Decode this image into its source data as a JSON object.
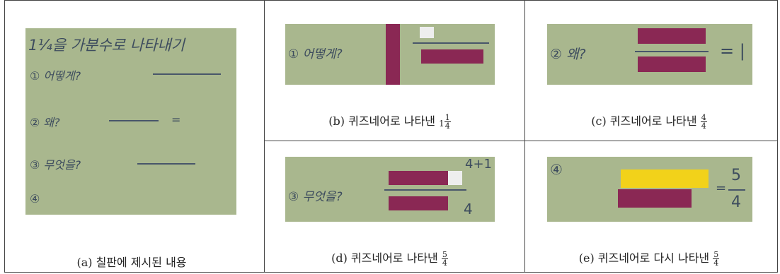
{
  "panels": {
    "a": {
      "title": "1¼을 가분수로 나타내기",
      "lines": [
        "① 어떻게?",
        "② 왜?",
        "③ 무엇을?",
        "④"
      ],
      "eq_sign": "=",
      "caption": "(a) 칠판에 제시된 내용"
    },
    "b": {
      "board": "① 어떻게?",
      "caption_text": "(b) 퀴즈네어로 나타낸",
      "caption_whole": "1",
      "caption_num": "1",
      "caption_den": "4"
    },
    "c": {
      "board": "② 왜?",
      "board_rhs": "= |",
      "caption_text": "(c) 퀴즈네어로 나타낸",
      "caption_num": "4",
      "caption_den": "4"
    },
    "d": {
      "board": "③ 무엇을?",
      "board_num": "4+1",
      "board_den": "4",
      "caption_text": "(d) 퀴즈네어로 나타낸",
      "caption_num": "5",
      "caption_den": "4"
    },
    "e": {
      "board": "④",
      "board_eq": "=",
      "board_num": "5",
      "board_den": "4",
      "caption_text": "(e) 퀴즈네어로 다시 나타낸",
      "caption_num": "5",
      "caption_den": "4"
    }
  },
  "colors": {
    "board": "#a9b78e",
    "chalk": "#3d4c5e",
    "rod_purple": "#8a2854",
    "rod_white": "#eeeeee",
    "rod_yellow": "#f2d21a"
  }
}
